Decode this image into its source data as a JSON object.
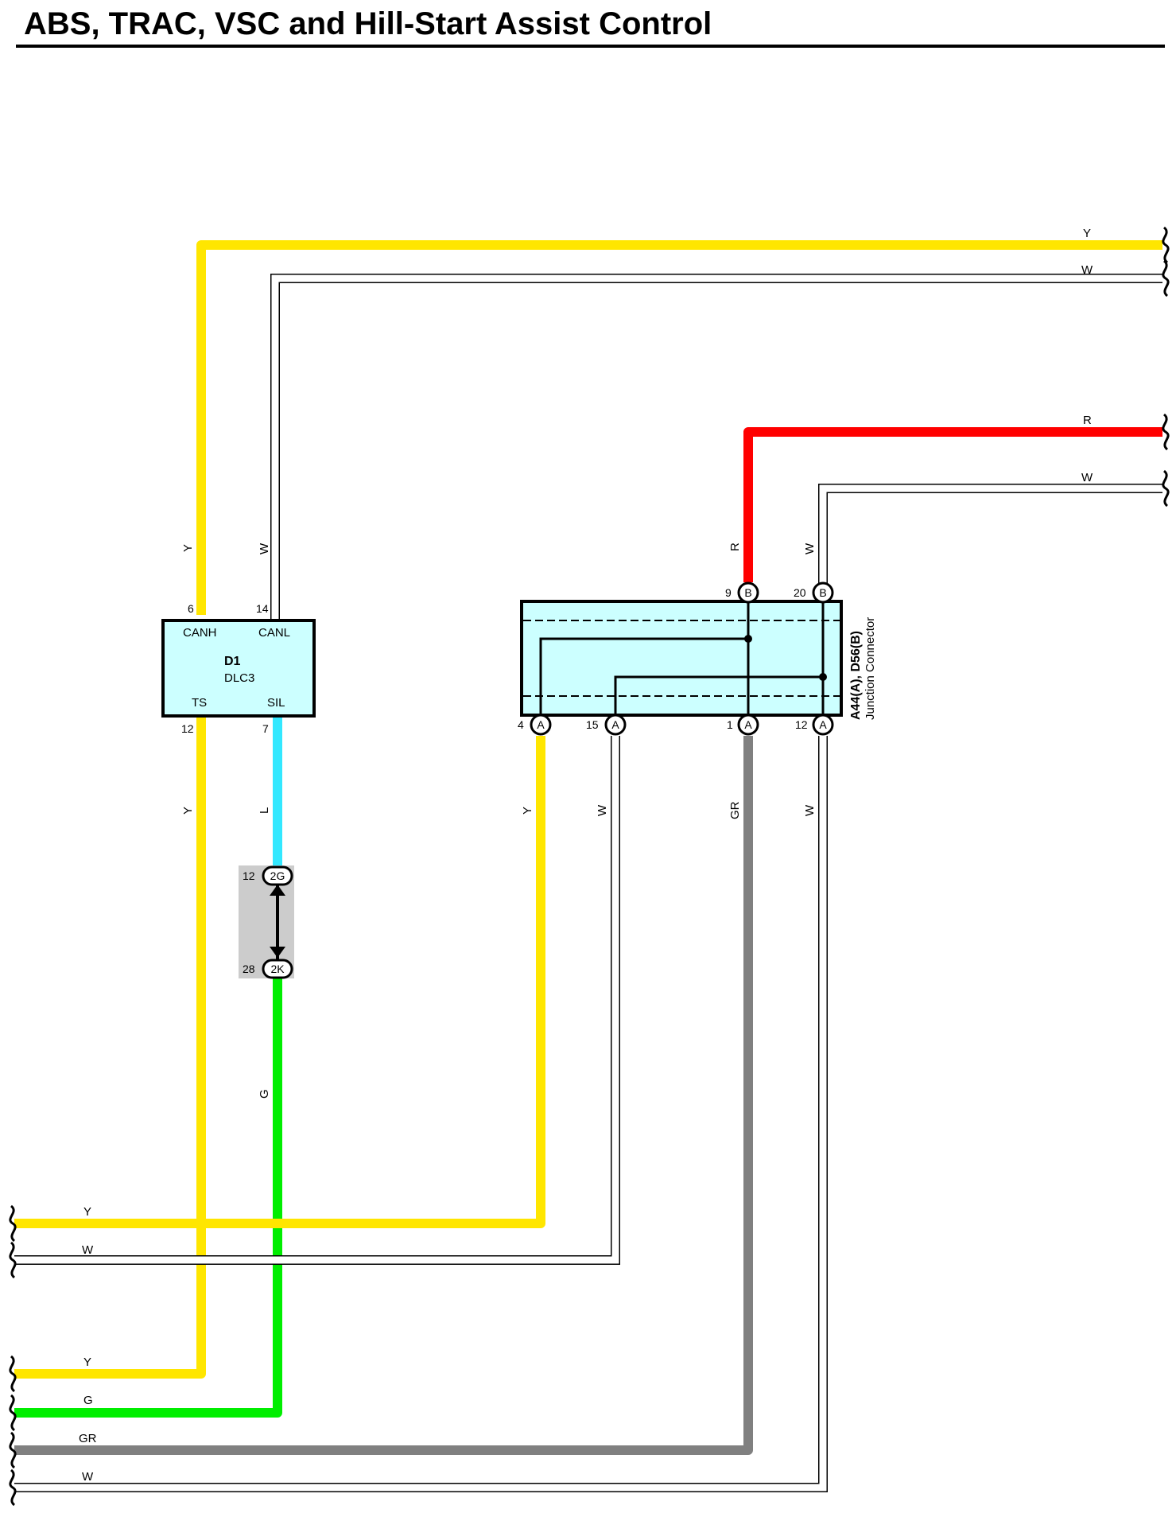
{
  "title": "ABS, TRAC, VSC and Hill-Start Assist Control",
  "colors": {
    "Y": "#ffe600",
    "W": "#ffffff",
    "R": "#ff0000",
    "L": "#33e8ff",
    "G": "#00ee00",
    "GR": "#808080",
    "component_fill": "#ccffff",
    "junction_block_fill": "#cccccc"
  },
  "wire_labels": {
    "top_y": "Y",
    "top_w": "W",
    "right_r": "R",
    "right_w": "W",
    "d1_canh_y": "Y",
    "d1_canl_w": "W",
    "d1_ts_y": "Y",
    "d1_sil_l": "L",
    "sil_g": "G",
    "jc_pin9_r": "R",
    "jc_pin20_w": "W",
    "jc_pin4_y": "Y",
    "jc_pin15_w": "W",
    "jc_pin1_gr": "GR",
    "jc_pin12_w": "W",
    "bottom_y1": "Y",
    "bottom_w1": "W",
    "bottom_y2": "Y",
    "bottom_g": "G",
    "bottom_gr": "GR",
    "bottom_w2": "W"
  },
  "dlc3": {
    "name": "D1",
    "desc": "DLC3",
    "canh": "CANH",
    "canl": "CANL",
    "ts": "TS",
    "sil": "SIL",
    "pin_canh": "6",
    "pin_canl": "14",
    "pin_ts": "12",
    "pin_sil": "7"
  },
  "junction_connector": {
    "name": "A44(A), D56(B)",
    "desc": "Junction Connector",
    "top_pins": [
      {
        "num": "9",
        "conn": "B"
      },
      {
        "num": "20",
        "conn": "B"
      }
    ],
    "bottom_pins": [
      {
        "num": "4",
        "conn": "A"
      },
      {
        "num": "15",
        "conn": "A"
      },
      {
        "num": "1",
        "conn": "A"
      },
      {
        "num": "12",
        "conn": "A"
      }
    ]
  },
  "junction_block": {
    "upper_pin": "12",
    "upper_conn": "2G",
    "lower_pin": "28",
    "lower_conn": "2K"
  }
}
